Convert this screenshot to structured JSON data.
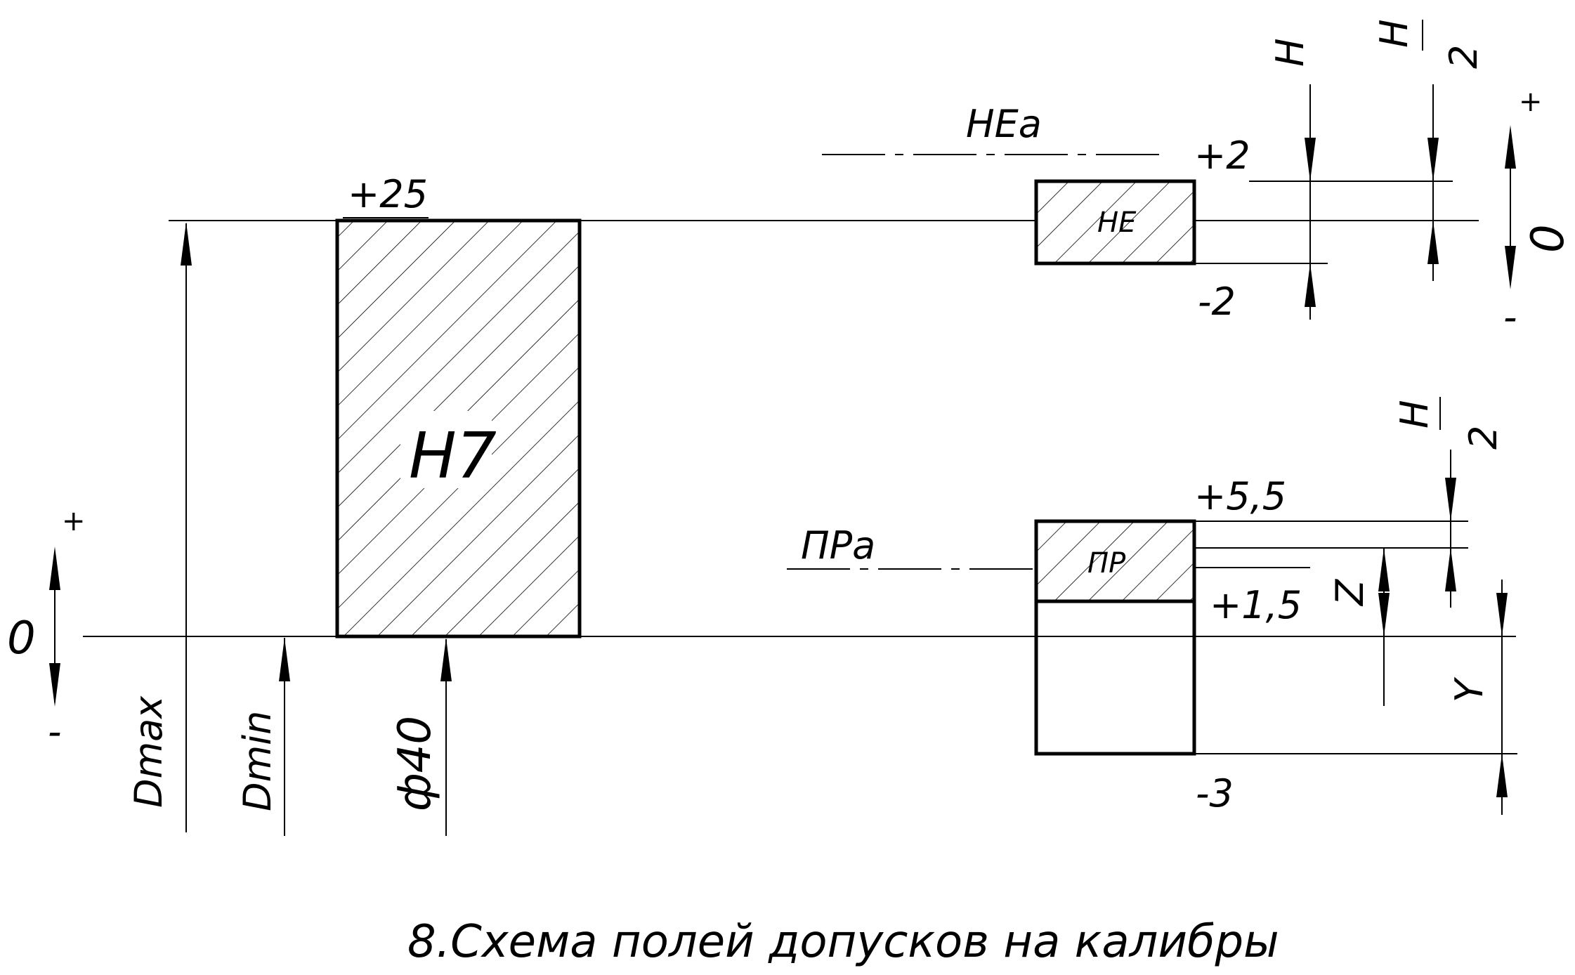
{
  "caption": "8.Схема полей допусков на калибры",
  "hole_field": {
    "label": "H7",
    "upper_deviation": "+25"
  },
  "dimensions": {
    "d_max": "Dmax",
    "d_min": "Dmin",
    "nominal": "ф40"
  },
  "left_axis": {
    "zero": "0",
    "plus": "+",
    "minus": "-"
  },
  "right_axis": {
    "zero": "0",
    "plus": "+",
    "minus": "-"
  },
  "go_gauge": {
    "label": "ПР",
    "wear_limit_label": "ПРа",
    "upper_deviation": "+5,5",
    "lower_deviation": "+1,5",
    "wear_deviation": "-3",
    "z_label": "Z",
    "y_label": "Y",
    "half_tol_num": "H",
    "half_tol_den": "2"
  },
  "nogo_gauge": {
    "label": "НЕ",
    "wear_limit_label": "НЕа",
    "upper_deviation": "+2",
    "lower_deviation": "-2",
    "tol_label": "H",
    "half_tol_num": "H",
    "half_tol_den": "2"
  }
}
